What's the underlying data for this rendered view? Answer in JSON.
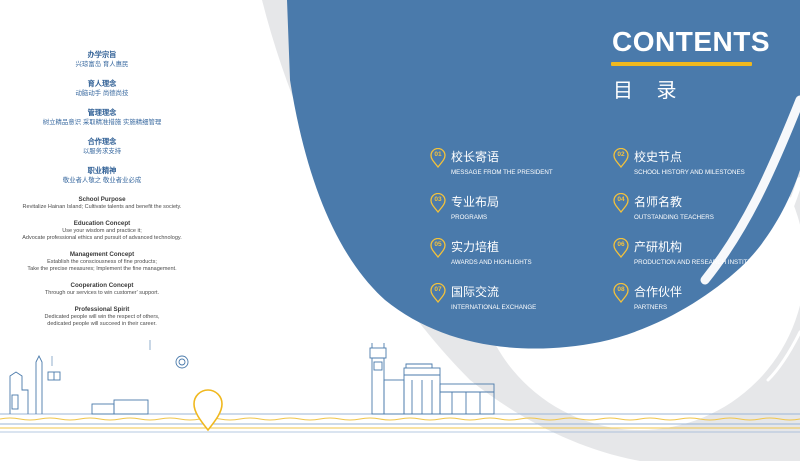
{
  "header": {
    "title": "CONTENTS",
    "subtitle": "目 录"
  },
  "left": {
    "cn_sections": [
      {
        "title": "办学宗旨",
        "lines": [
          "兴琼富岛  育人惠民"
        ]
      },
      {
        "title": "育人理念",
        "lines": [
          "动脑动手  尚德尚技"
        ]
      },
      {
        "title": "管理理念",
        "lines": [
          "树立精品意识  采取精准措施  实施精细管理"
        ]
      },
      {
        "title": "合作理念",
        "lines": [
          "以服务求支持"
        ]
      },
      {
        "title": "职业精神",
        "lines": [
          "敬业者人敬之  敬业者业必成"
        ]
      }
    ],
    "en_sections": [
      {
        "title": "School Purpose",
        "lines": [
          "Revitalize Hainan Island; Cultivate talents and benefit the society."
        ]
      },
      {
        "title": "Education Concept",
        "lines": [
          "Use your wisdom and practice it;",
          "Advocate professional ethics and pursuit of advanced technology."
        ]
      },
      {
        "title": "Management Concept",
        "lines": [
          "Establish the consciousness of fine products;",
          "Take the precise measures; Implement the fine management."
        ]
      },
      {
        "title": "Cooperation Concept",
        "lines": [
          "Through our services to win customer' support."
        ]
      },
      {
        "title": "Professional Spirit",
        "lines": [
          "Dedicated people will win the respect of others,",
          "dedicated people will succeed in their career."
        ]
      }
    ]
  },
  "items": [
    {
      "num": "01",
      "cn": "校长寄语",
      "en": "MESSAGE FROM THE PRESIDENT"
    },
    {
      "num": "02",
      "cn": "校史节点",
      "en": "SCHOOL HISTORY AND MILESTONES"
    },
    {
      "num": "03",
      "cn": "专业布局",
      "en": "PROGRAMS"
    },
    {
      "num": "04",
      "cn": "名师名教",
      "en": "OUTSTANDING TEACHERS"
    },
    {
      "num": "05",
      "cn": "实力培植",
      "en": "AWARDS AND HIGHLIGHTS"
    },
    {
      "num": "06",
      "cn": "产研机构",
      "en": "PRODUCTION AND RESEARCH INSTITUTIONS"
    },
    {
      "num": "07",
      "cn": "国际交流",
      "en": "INTERNATIONAL EXCHANGE"
    },
    {
      "num": "08",
      "cn": "合作伙伴",
      "en": "PARTNERS"
    }
  ],
  "colors": {
    "primary_blue": "#4a7aab",
    "accent_yellow": "#f0b81e",
    "light_gray": "#e6e7e9"
  },
  "icons": [
    "location-pin-icon",
    "building-line-art",
    "clock-tower-line-art"
  ]
}
